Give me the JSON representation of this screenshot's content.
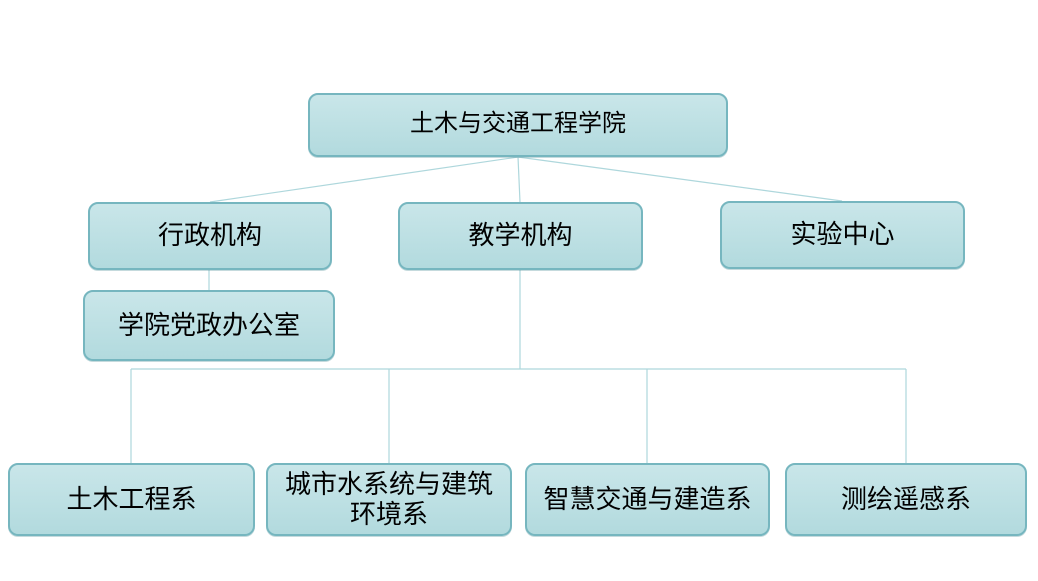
{
  "colors": {
    "background": "#ffffff",
    "box_fill_top": "#c9e6e9",
    "box_fill_bottom": "#b2dade",
    "box_border": "#76b6bf",
    "connector": "#aed7dc",
    "text": "#000000"
  },
  "org_chart": {
    "root": {
      "label": "土木与交通工程学院"
    },
    "branches": [
      {
        "label": "行政机构"
      },
      {
        "label": "教学机构"
      },
      {
        "label": "实验中心"
      }
    ],
    "admin_children": [
      {
        "label": "学院党政办公室"
      }
    ],
    "teaching_children": [
      {
        "label": "土木工程系"
      },
      {
        "label": "城市水系统与建筑环境系"
      },
      {
        "label": "智慧交通与建造系"
      },
      {
        "label": "测绘遥感系"
      }
    ]
  }
}
